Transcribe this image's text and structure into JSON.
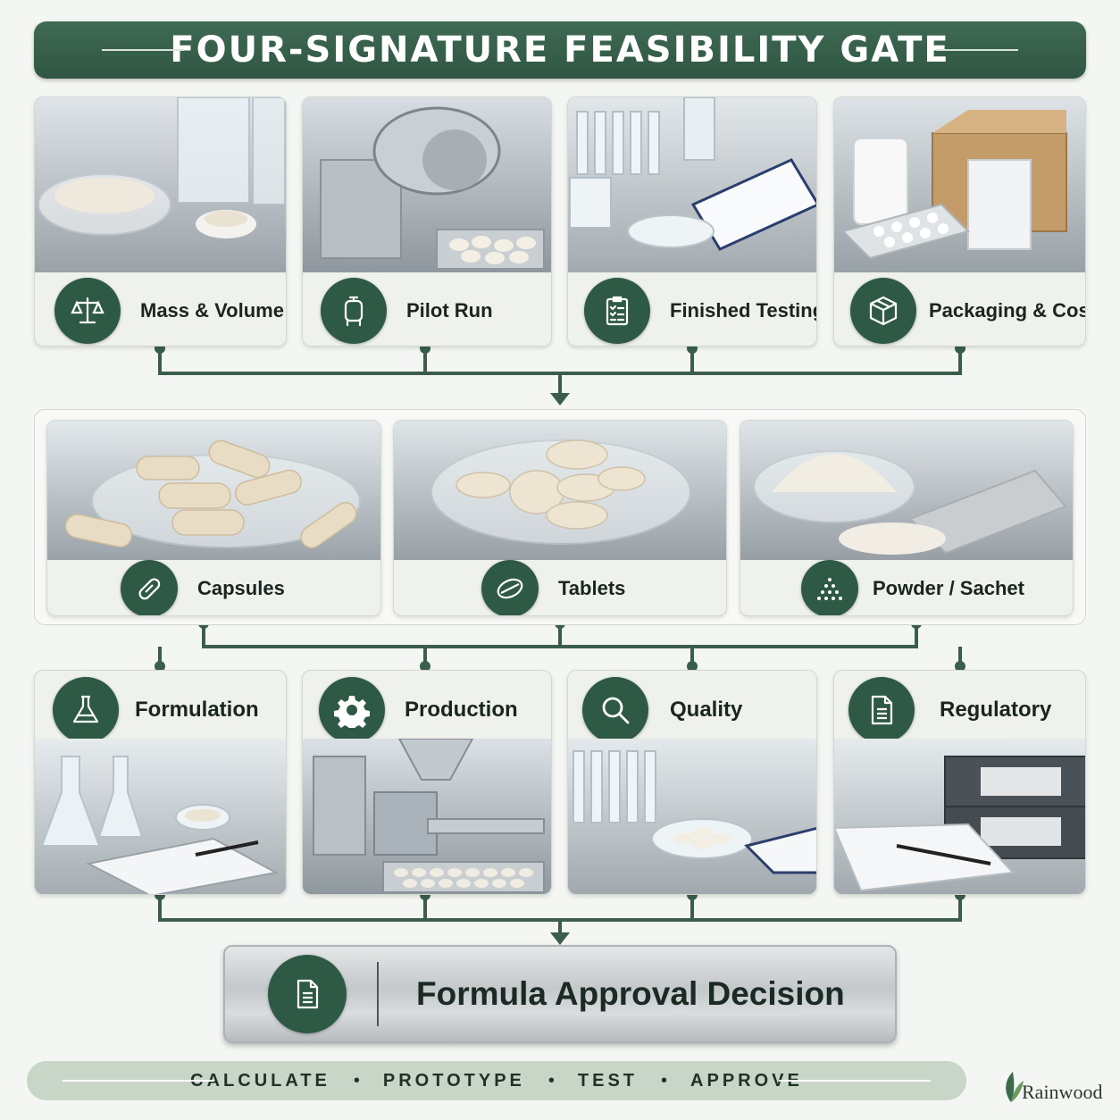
{
  "title": "FOUR-SIGNATURE FEASIBILITY GATE",
  "signatures": [
    {
      "label": "Mass & Volume",
      "icon": "balance-scale-icon"
    },
    {
      "label": "Pilot Run",
      "icon": "mixer-icon"
    },
    {
      "label": "Finished Testing",
      "icon": "checklist-icon"
    },
    {
      "label": "Packaging & Cost",
      "icon": "package-box-icon"
    }
  ],
  "formats": [
    {
      "label": "Capsules",
      "icon": "capsule-icon"
    },
    {
      "label": "Tablets",
      "icon": "tablet-icon"
    },
    {
      "label": "Powder / Sachet",
      "icon": "powder-icon"
    }
  ],
  "reviews": [
    {
      "label": "Formulation",
      "icon": "flask-icon"
    },
    {
      "label": "Production",
      "icon": "gear-icon"
    },
    {
      "label": "Quality",
      "icon": "magnifier-icon"
    },
    {
      "label": "Regulatory",
      "icon": "document-icon"
    }
  ],
  "decision": {
    "label": "Formula Approval Decision",
    "icon": "document-icon"
  },
  "steps": [
    "CALCULATE",
    "PROTOTYPE",
    "TEST",
    "APPROVE"
  ],
  "brand": {
    "name": "Rainwood"
  },
  "colors": {
    "primary": "#2e5a45",
    "panel": "#eef1ec",
    "strip": "#c8d6c8"
  }
}
